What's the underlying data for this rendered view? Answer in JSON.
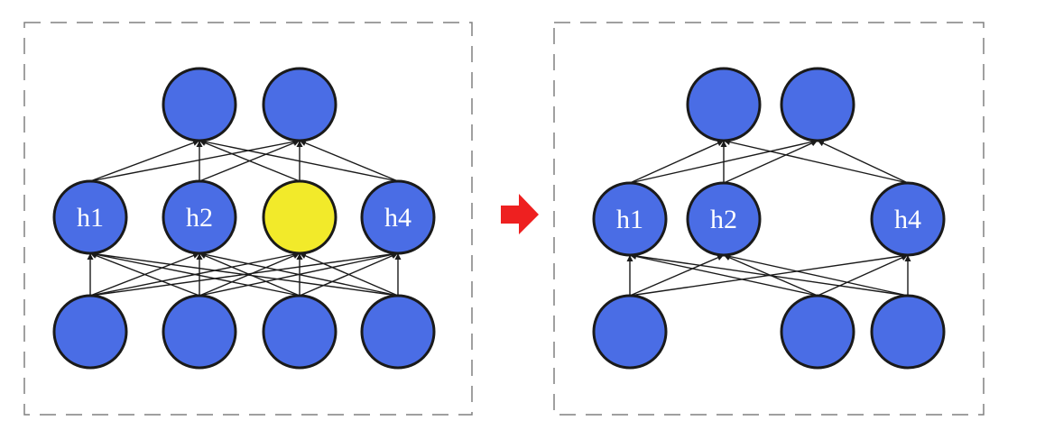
{
  "colors": {
    "node_fill": "#4a6de5",
    "dropped_fill": "#f2ea2a",
    "node_stroke": "#1a1a1a",
    "edge": "#1a1a1a",
    "frame": "#808080",
    "arrow": "#ee2020"
  },
  "transition_arrow": {
    "icon": "right-arrow-icon"
  },
  "panels": [
    {
      "name": "before-dropout",
      "layers": {
        "output": [
          {
            "id": "o1",
            "label": ""
          },
          {
            "id": "o2",
            "label": ""
          }
        ],
        "hidden": [
          {
            "id": "h1",
            "label": "h1"
          },
          {
            "id": "h2",
            "label": "h2"
          },
          {
            "id": "h3",
            "label": "",
            "dropped": true
          },
          {
            "id": "h4",
            "label": "h4"
          }
        ],
        "input": [
          {
            "id": "i1",
            "label": ""
          },
          {
            "id": "i2",
            "label": ""
          },
          {
            "id": "i3",
            "label": ""
          },
          {
            "id": "i4",
            "label": ""
          }
        ]
      }
    },
    {
      "name": "after-dropout",
      "layers": {
        "output": [
          {
            "id": "o1",
            "label": ""
          },
          {
            "id": "o2",
            "label": ""
          }
        ],
        "hidden": [
          {
            "id": "h1",
            "label": "h1"
          },
          {
            "id": "h2",
            "label": "h2"
          },
          {
            "id": "h4",
            "label": "h4"
          }
        ],
        "input": [
          {
            "id": "i1",
            "label": ""
          },
          {
            "id": "i3",
            "label": ""
          },
          {
            "id": "i4",
            "label": ""
          }
        ]
      }
    }
  ]
}
